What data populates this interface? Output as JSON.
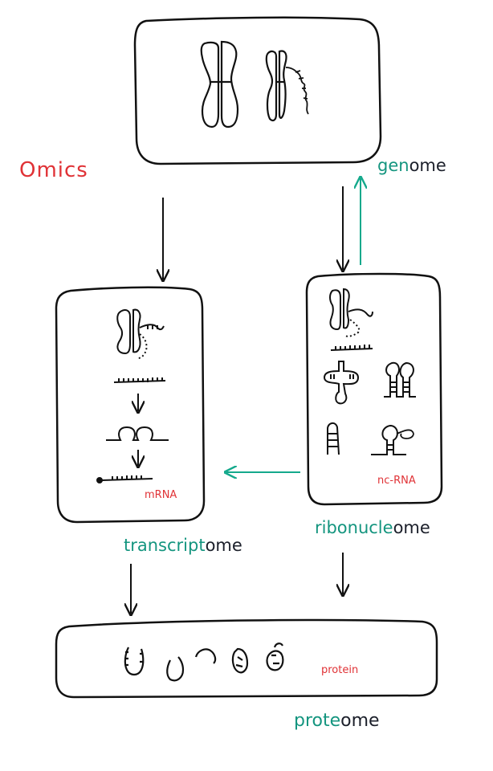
{
  "diagram": {
    "title": "Omics",
    "genome_label": {
      "prefix": "gen",
      "suffix": "ome"
    },
    "transcriptome_label": {
      "prefix": "transcript",
      "suffix": "ome"
    },
    "ribonucleome_label": {
      "prefix": "ribonucle",
      "suffix": "ome"
    },
    "proteome_label": {
      "prefix": "prote",
      "suffix": "ome"
    },
    "mrna_label": "mRNA",
    "ncrna_label": "nc-RNA",
    "protein_label": "protein",
    "colors": {
      "title": "#e03236",
      "label_teal": "#14957f",
      "label_dark": "#1b1f2a",
      "arrow_teal": "#14a98c",
      "ink": "#111111"
    }
  }
}
